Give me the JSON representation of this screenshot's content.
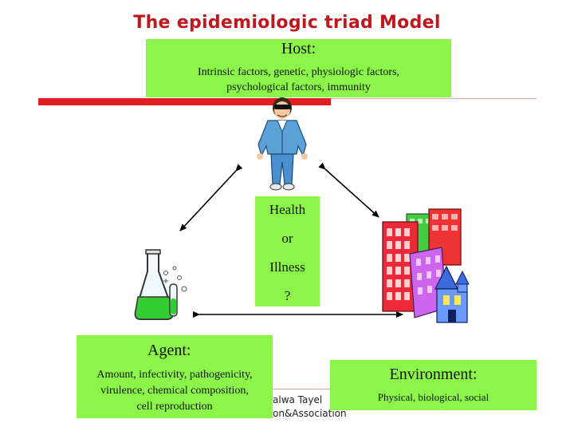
{
  "title": "The epidemiologic triad Model",
  "host": {
    "title": "Host:",
    "line1": "Intrinsic factors, genetic, physiologic factors,",
    "line2": "psychological factors, immunity"
  },
  "center": {
    "line1": "Health",
    "line2": "or",
    "line3": "Illness",
    "line4": "?"
  },
  "agent": {
    "title": "Agent:",
    "line1": "Amount, infectivity, pathogenicity,",
    "line2": "virulence, chemical composition,",
    "line3": "cell reproduction"
  },
  "environment": {
    "title": "Environment:",
    "text": "Physical, biological, social"
  },
  "footer": {
    "line1": "alwa Tayel",
    "line2": "on&Association"
  },
  "colors": {
    "box_fill": "#8cf54a",
    "title_red": "#c0161c",
    "bar_red": "#e31d24"
  },
  "icons": [
    "person-icon",
    "lab-flask-icon",
    "buildings-icon"
  ]
}
